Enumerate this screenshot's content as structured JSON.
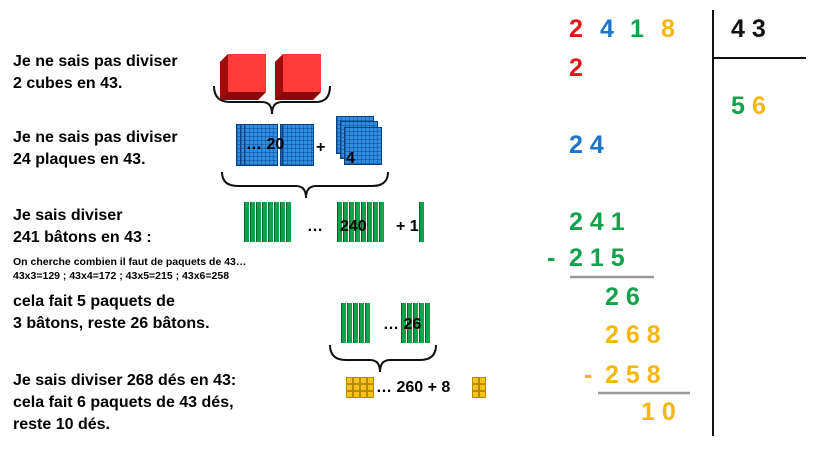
{
  "colors": {
    "red": "#e0161b",
    "blue": "#1b75c9",
    "green": "#12a24b",
    "yellow": "#f5b70c",
    "black": "#111111"
  },
  "explanation": {
    "step1": [
      "Je ne sais pas diviser",
      "2 cubes en 43."
    ],
    "step2": [
      "Je ne sais pas diviser",
      "24 plaques  en 43."
    ],
    "step3": [
      "Je sais diviser",
      "241 bâtons  en 43 :"
    ],
    "step3_note": [
      "On cherche combien il faut de paquets de 43…",
      "43x3=129 ; 43x4=172  ; 43x5=215  ; 43x6=258"
    ],
    "step3_result": [
      "cela fait 5 paquets de",
      "3 bâtons, reste 26 bâtons."
    ],
    "step4": [
      "Je sais  diviser 268 dés en 43:",
      "cela fait 6 paquets de 43 dés,",
      "reste 10 dés."
    ]
  },
  "manipulatives": {
    "plates_label": "…  20",
    "plates_plus": "+",
    "plates_remainder": "4",
    "sticks_dots": "…",
    "sticks_label": "240",
    "sticks_plus": "+  1",
    "sticks2_label": "… 26",
    "dice_label": "…  260  +  8"
  },
  "division": {
    "dividend": [
      "2",
      "4",
      "1",
      "8"
    ],
    "divisor": "4 3",
    "quotient": [
      "5",
      "6"
    ],
    "step_a": "2",
    "step_b": "2  4",
    "step_c": "2  4  1",
    "minus_c": "-",
    "sub_c": "2  1  5",
    "rem_c": "2  6",
    "step_d": "2  6  8",
    "minus_d": "-",
    "sub_d": "2  5  8",
    "rem_d": "1  0"
  }
}
